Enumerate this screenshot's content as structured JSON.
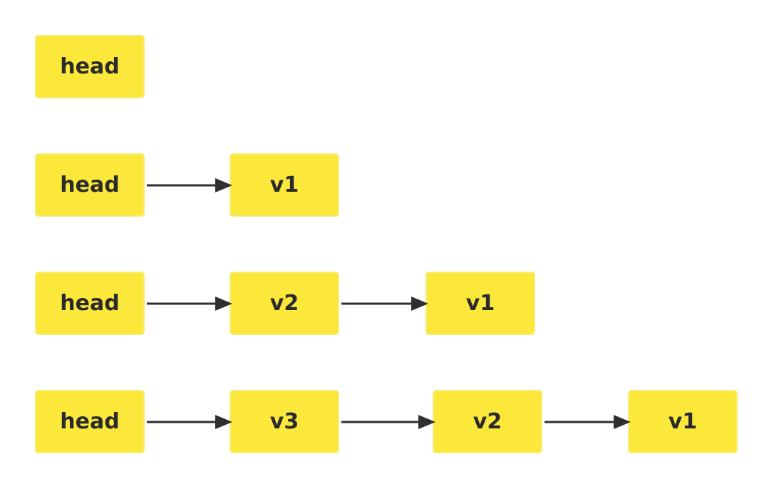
{
  "diagram": {
    "rows": [
      {
        "nodes": [
          "head"
        ]
      },
      {
        "nodes": [
          "head",
          "v1"
        ]
      },
      {
        "nodes": [
          "head",
          "v2",
          "v1"
        ]
      },
      {
        "nodes": [
          "head",
          "v3",
          "v2",
          "v1"
        ]
      }
    ]
  },
  "colors": {
    "node_fill": "#fbe83b",
    "node_border": "#f6ec78",
    "text": "#2b2b2b",
    "arrow": "#2f2f2f",
    "background": "#ffffff"
  }
}
